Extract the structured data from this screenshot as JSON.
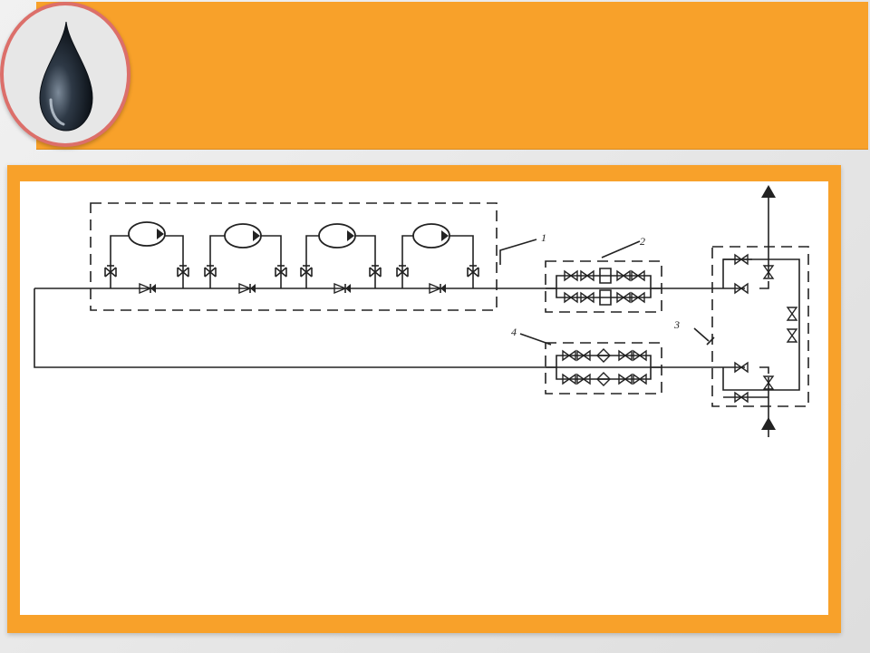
{
  "icons": {
    "logo": "oil-drop-icon",
    "pump": "pump-icon",
    "valve": "gate-valve-icon",
    "check_valve": "check-valve-icon",
    "filter": "filter-icon",
    "arrow": "flow-arrow-icon"
  },
  "colors": {
    "accent": "#f8a12a",
    "logo_ring": "#dc6f6a",
    "line": "#222222"
  },
  "diagram": {
    "labels": {
      "unit_1": "1",
      "unit_2": "2",
      "unit_3": "3",
      "unit_4": "4"
    }
  }
}
